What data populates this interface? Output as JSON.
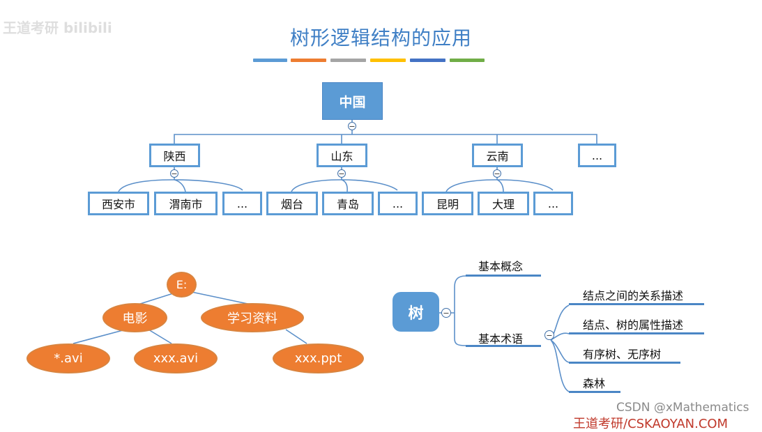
{
  "title": "树形逻辑结构的应用",
  "watermark": "王道考研 bilibili",
  "title_bar_colors": [
    "#5b9bd5",
    "#ed7d31",
    "#a5a5a5",
    "#ffc000",
    "#4472c4",
    "#70ad47"
  ],
  "org_tree": {
    "root": "中国",
    "provinces": [
      {
        "label": "陕西",
        "cities": [
          "西安市",
          "渭南市",
          "..."
        ]
      },
      {
        "label": "山东",
        "cities": [
          "烟台",
          "青岛",
          "..."
        ]
      },
      {
        "label": "云南",
        "cities": [
          "昆明",
          "大理",
          "..."
        ]
      },
      {
        "label": "..."
      }
    ],
    "collapse_symbol": "−"
  },
  "file_tree": {
    "root": "E:",
    "folders": [
      "电影",
      "学习资料"
    ],
    "files": [
      "*.avi",
      "xxx.avi",
      "xxx.ppt"
    ]
  },
  "mind_map": {
    "root": "树",
    "branches": [
      "基本概念",
      "基本术语"
    ],
    "sub_branches": [
      "结点之间的关系描述",
      "结点、树的属性描述",
      "有序树、无序树",
      "森林"
    ],
    "collapse_symbol": "−"
  },
  "footer": {
    "csdn": "CSDN @xMathematics",
    "site": "王道考研/CSKAOYAN.COM"
  },
  "colors": {
    "blue": "#5b9bd5",
    "orange": "#ed7d31",
    "line": "#4a86c5"
  }
}
